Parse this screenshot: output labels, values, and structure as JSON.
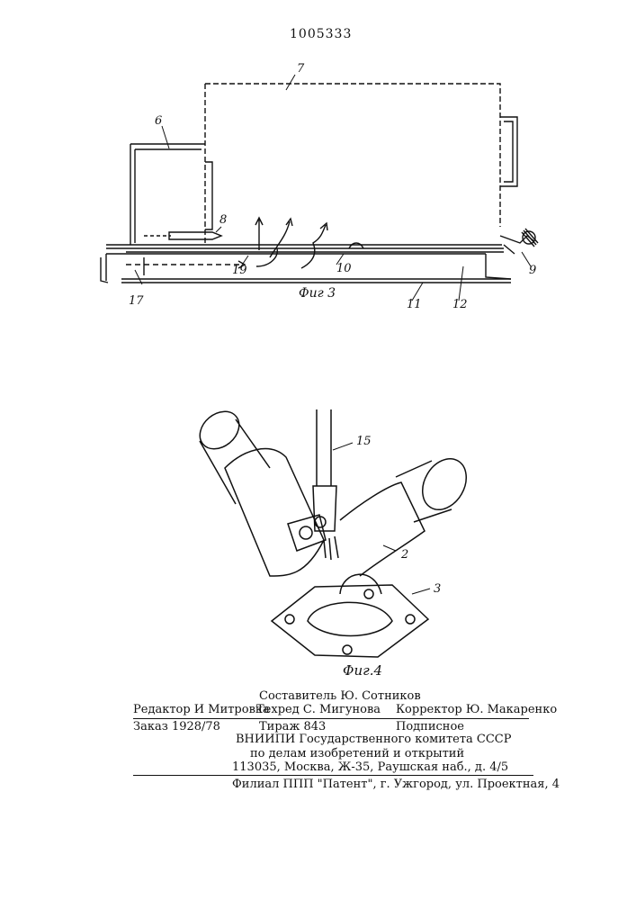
{
  "document_number": "1005333",
  "figure3": {
    "caption": "Фиг 3",
    "labels": {
      "l7": "7",
      "l6": "6",
      "l8": "8",
      "l19": "19",
      "l10": "10",
      "l9": "9",
      "l17": "17",
      "l11": "11",
      "l12": "12"
    }
  },
  "figure4": {
    "caption": "Фиг.4",
    "labels": {
      "l15": "15",
      "l2": "2",
      "l3": "3"
    }
  },
  "colophon": {
    "compiler": "Составитель Ю. Сотников",
    "editor": "Редактор И Митровка",
    "techred": "Техред С. Мигунова",
    "corrector": "Корректор Ю. Макаренко",
    "order": "Заказ 1928/78",
    "circulation": "Тираж 843",
    "subscription": "Подписное",
    "org_line1": "ВНИИПИ Государственного комитета СССР",
    "org_line2": "по делам изобретений и открытий",
    "address": "113035, Москва, Ж-35, Раушская наб., д. 4/5",
    "branch": "Филиал ППП \"Патент\", г. Ужгород, ул. Проектная, 4"
  }
}
